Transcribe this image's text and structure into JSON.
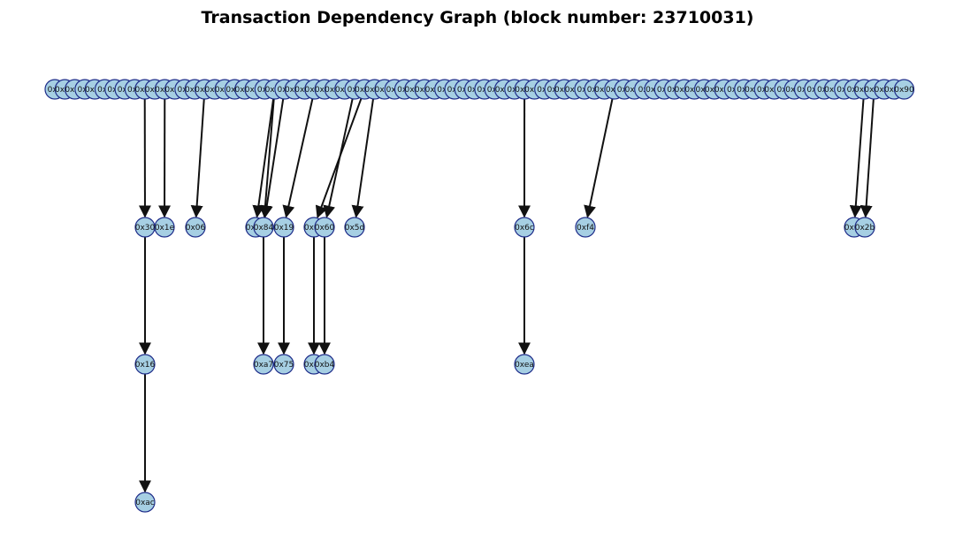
{
  "title": "Transaction Dependency Graph (block number: 23710031)",
  "colors": {
    "node_fill": "#a6cfe3",
    "node_stroke": "#1f2d8a",
    "edge": "#111111",
    "background": "#ffffff"
  },
  "layers": [
    [
      "0x0",
      "0xd6",
      "0x07",
      "0x3",
      "0x4b",
      "0x7",
      "0x3",
      "0x8",
      "0x2",
      "0x30",
      "0x80",
      "0x1e",
      "0x05",
      "0x7",
      "0x1d",
      "0x06",
      "0x74",
      "0x85",
      "0x5f",
      "0xab",
      "0x53",
      "0x1",
      "0xe9",
      "0x4",
      "0x3d",
      "0x96",
      "0x19",
      "0x12",
      "0x90",
      "0x0c",
      "0x4",
      "0x0a",
      "0x5d",
      "0xd9",
      "0xfc",
      "0x7",
      "0x85",
      "0x6e",
      "0xc3",
      "0x5",
      "0x1",
      "0xd",
      "0x4",
      "0x2",
      "0x8",
      "0xc0",
      "0xd",
      "0x6c",
      "0x47",
      "0x5",
      "0x1",
      "0xd8",
      "0x1c",
      "0x5",
      "0x5",
      "0x72",
      "0xf4",
      "0xa",
      "0xcb",
      "0xf",
      "0xaf",
      "0x6",
      "0x7",
      "0xb1",
      "0x2c",
      "0xf2",
      "0x9c",
      "0x05",
      "0x9",
      "0x1",
      "0x4c",
      "0x0",
      "0xd5",
      "0x6",
      "0x6f",
      "0xb",
      "0x7",
      "0xe",
      "0xdd",
      "0x3",
      "0x1",
      "0x7b",
      "0xd3",
      "0x2b",
      "0x96",
      "0x90"
    ],
    [
      "0x30",
      "0x1e",
      "0x06",
      "0x66",
      "0x84",
      "0x19",
      "0x0a",
      "0x60",
      "0x5d",
      "0x6c",
      "0xf4",
      "0x07",
      "0x2b"
    ],
    [
      "0x16",
      "0xa7",
      "0x75",
      "0x4b",
      "0xb4",
      "0xea"
    ],
    [
      "0xac"
    ]
  ],
  "edges": [
    [
      "0x30",
      "0x30"
    ],
    [
      "0x1e",
      "0x1e"
    ],
    [
      "0x06",
      "0x06"
    ],
    [
      "0xe9",
      "0x66"
    ],
    [
      "0xe9",
      "0x84"
    ],
    [
      "0x4",
      "0x84"
    ],
    [
      "0x19",
      "0x19"
    ],
    [
      "0x0a",
      "0x0a"
    ],
    [
      "0x4",
      "0x60"
    ],
    [
      "0x5d",
      "0x5d"
    ],
    [
      "0x6c",
      "0x6c"
    ],
    [
      "0xf4",
      "0xf4"
    ],
    [
      "0x7b",
      "0x07"
    ],
    [
      "0xd3",
      "0x2b"
    ],
    [
      "0x30",
      "0x16"
    ],
    [
      "0x84",
      "0xa7"
    ],
    [
      "0x19",
      "0x75"
    ],
    [
      "0x0a",
      "0x4b"
    ],
    [
      "0x60",
      "0xb4"
    ],
    [
      "0x6c",
      "0xea"
    ],
    [
      "0x16",
      "0xac"
    ]
  ]
}
